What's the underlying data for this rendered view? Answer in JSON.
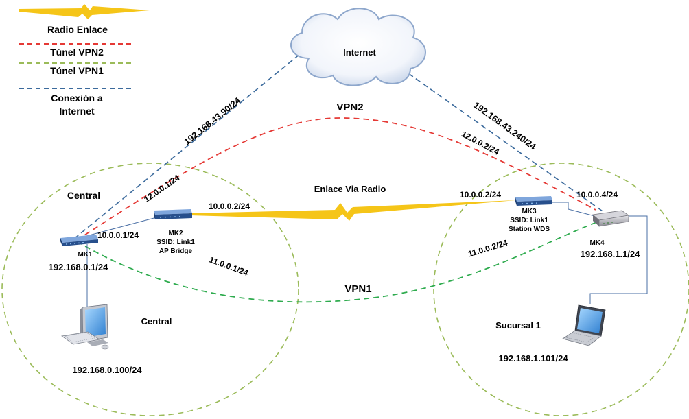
{
  "colors": {
    "radio_link": "#f5c518",
    "vpn2": "#e53935",
    "vpn1": "#2eab4e",
    "internet_connection": "#3b6a9c",
    "site_boundary": "#9bbb59",
    "wire": "#4a6fa5"
  },
  "legend": {
    "radio_link": "Radio Enlace",
    "vpn2": "Túnel VPN2",
    "vpn1": "Túnel VPN1",
    "internet_line1": "Conexión a",
    "internet_line2": "Internet"
  },
  "cloud": {
    "label": "Internet",
    "icon": "cloud-icon"
  },
  "tunnels": {
    "vpn2": "VPN2",
    "vpn1": "VPN1",
    "radio_link": "Enlace Via Radio"
  },
  "sites": {
    "central": "Central",
    "central_pc": "Central",
    "branch": "Sucursal 1"
  },
  "devices": {
    "mk1": {
      "name": "MK1",
      "icon": "router-icon"
    },
    "mk2": {
      "name": "MK2",
      "ssid": "SSID: Link1",
      "mode": "AP Bridge",
      "icon": "router-icon"
    },
    "mk3": {
      "name": "MK3",
      "ssid": "SSID: Link1",
      "mode": "Station WDS",
      "icon": "router-icon"
    },
    "mk4": {
      "name": "MK4",
      "icon": "router-icon"
    },
    "pc": {
      "icon": "desktop-computer-icon"
    },
    "laptop": {
      "icon": "laptop-icon"
    }
  },
  "addresses": {
    "mk1_wan": "192.168.43.90/24",
    "mk1_vpn2": "12.0.0.1/24",
    "mk1_mk2": "10.0.0.1/24",
    "mk1_lan": "192.168.0.1/24",
    "mk1_vpn1": "11.0.0.1/24",
    "mk2_radio": "10.0.0.2/24",
    "mk3_radio": "10.0.0.2/24",
    "mk4_mk3": "10.0.0.4/24",
    "mk4_wan": "192.168.43.240/24",
    "mk4_vpn2": "12.0.0.2/24",
    "mk4_vpn1": "11.0.0.2/24",
    "mk4_lan": "192.168.1.1/24",
    "pc": "192.168.0.100/24",
    "laptop": "192.168.1.101/24"
  }
}
